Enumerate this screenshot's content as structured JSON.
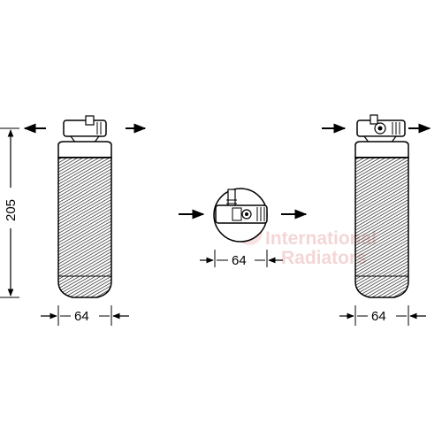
{
  "diagram": {
    "height_dimension": "205",
    "width_dimension_left": "64",
    "width_dimension_center": "64",
    "width_dimension_right": "64"
  },
  "watermark": {
    "line1": "International",
    "line2": "Radiators",
    "color": "#f4d6d6"
  },
  "colors": {
    "stroke": "#000000",
    "hatch": "#000000",
    "background": "#ffffff"
  }
}
